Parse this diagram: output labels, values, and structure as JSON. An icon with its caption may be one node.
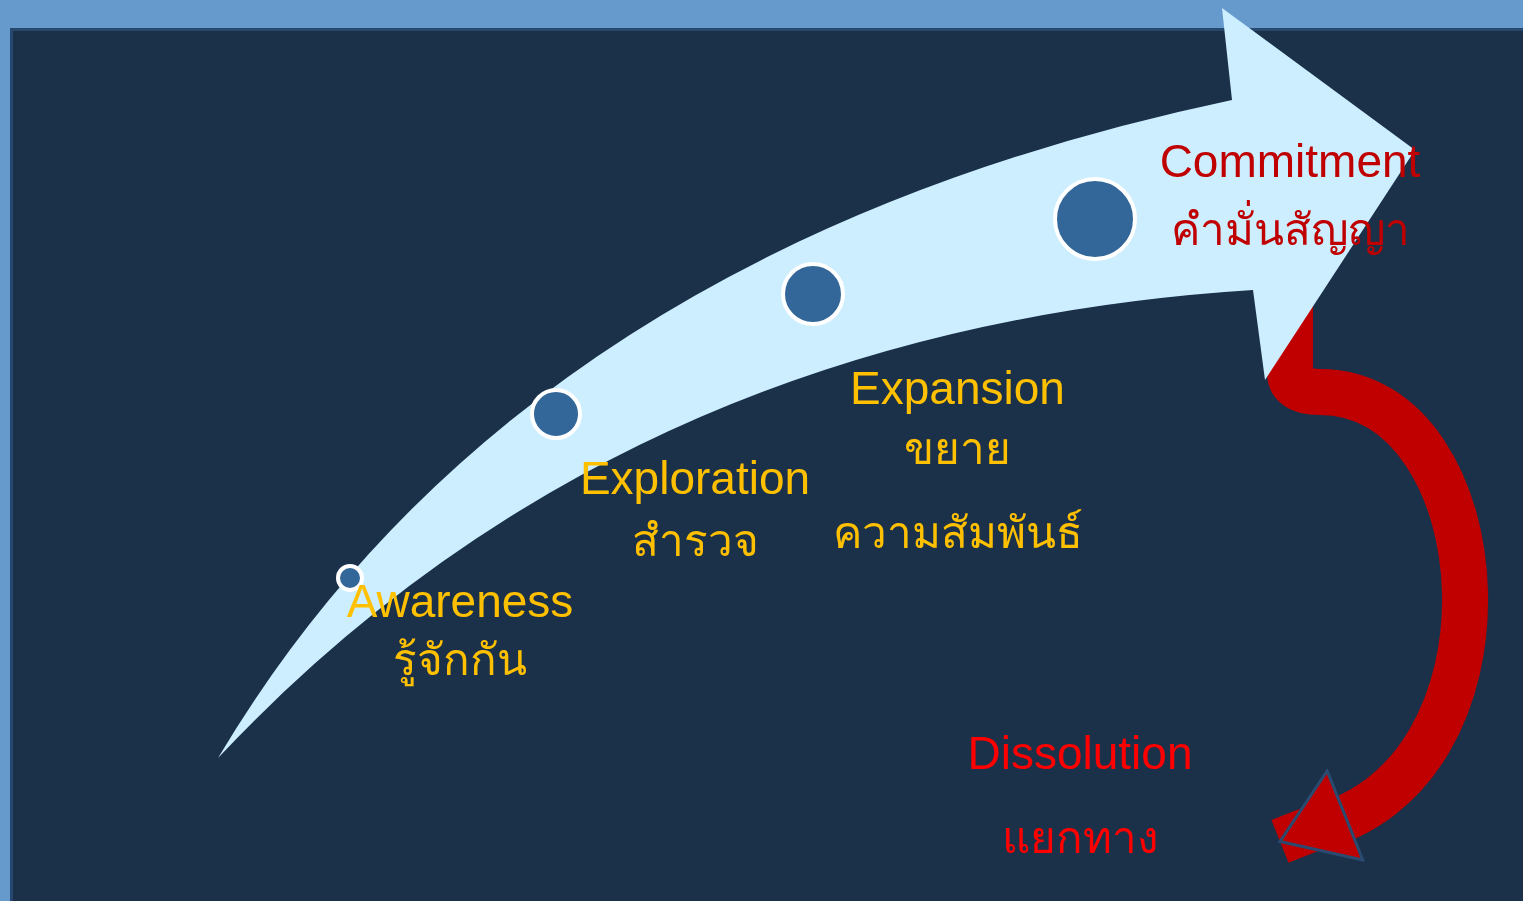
{
  "diagram": {
    "nodes": [
      {
        "text": [
          "Awareness",
          "รู้จักกัน"
        ]
      },
      {
        "text": [
          "Exploration",
          "สำรวจ"
        ]
      },
      {
        "text": [
          "Expansion",
          "ขยาย",
          "ความสัมพันธ์"
        ]
      },
      {
        "text": [
          "Commitment",
          "คำมั่นสัญญา"
        ]
      },
      {
        "text": [
          "Dissolution",
          "แยกทาง"
        ]
      }
    ],
    "edges": [
      {
        "from": 3,
        "to": 4,
        "arrow": "to",
        "color": "#c00000"
      }
    ]
  }
}
